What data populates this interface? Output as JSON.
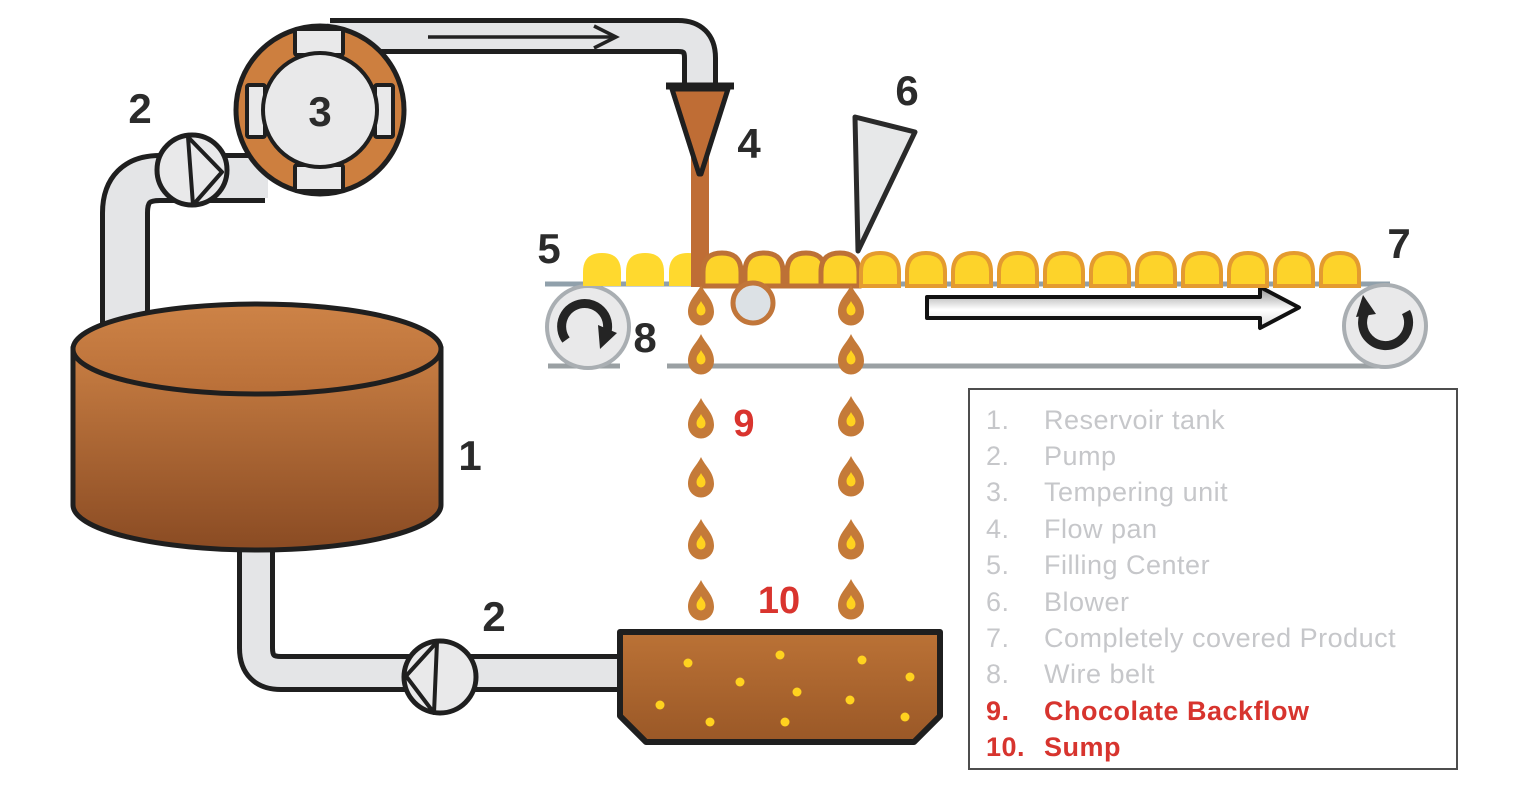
{
  "callouts": {
    "reservoir_tank": "1",
    "pump_top": "2",
    "tempering_unit": "3",
    "flow_pan": "4",
    "filling_center": "5",
    "blower": "6",
    "covered_product": "7",
    "wire_belt": "8",
    "chocolate_backflow": "9",
    "sump": "10",
    "pump_bottom": "2"
  },
  "legend": {
    "items": [
      {
        "num": "1.",
        "label": "Reservoir tank",
        "highlight": false
      },
      {
        "num": "2.",
        "label": "Pump",
        "highlight": false
      },
      {
        "num": "3.",
        "label": "Tempering unit",
        "highlight": false
      },
      {
        "num": "4.",
        "label": "Flow pan",
        "highlight": false
      },
      {
        "num": "5.",
        "label": "Filling Center",
        "highlight": false
      },
      {
        "num": "6.",
        "label": "Blower",
        "highlight": false
      },
      {
        "num": "7.",
        "label": "Completely covered Product",
        "highlight": false
      },
      {
        "num": "8.",
        "label": "Wire belt",
        "highlight": false
      },
      {
        "num": "9.",
        "label": "Chocolate Backflow",
        "highlight": true
      },
      {
        "num": "10.",
        "label": "Sump",
        "highlight": true
      }
    ]
  },
  "colors": {
    "chocolate": "#bf6d35",
    "tank_top": "#c87e43",
    "tank_bottom": "#8a4b23",
    "product_yellow": "#fdd32a",
    "uncovered_yellow": "#ffd92e",
    "thick_coat_outline": "#bd7136",
    "thin_coat_outline": "#e49b2f",
    "drip_body": "#c47a39",
    "drip_core": "#ffd21f",
    "pipe_fill": "#e4e5e7",
    "outline": "#1f1f1f",
    "belt_line": "#90a0ab",
    "roller_ring": "#a9aeb2",
    "legend_gray": "#c6c7ca",
    "legend_red": "#d7342e"
  }
}
